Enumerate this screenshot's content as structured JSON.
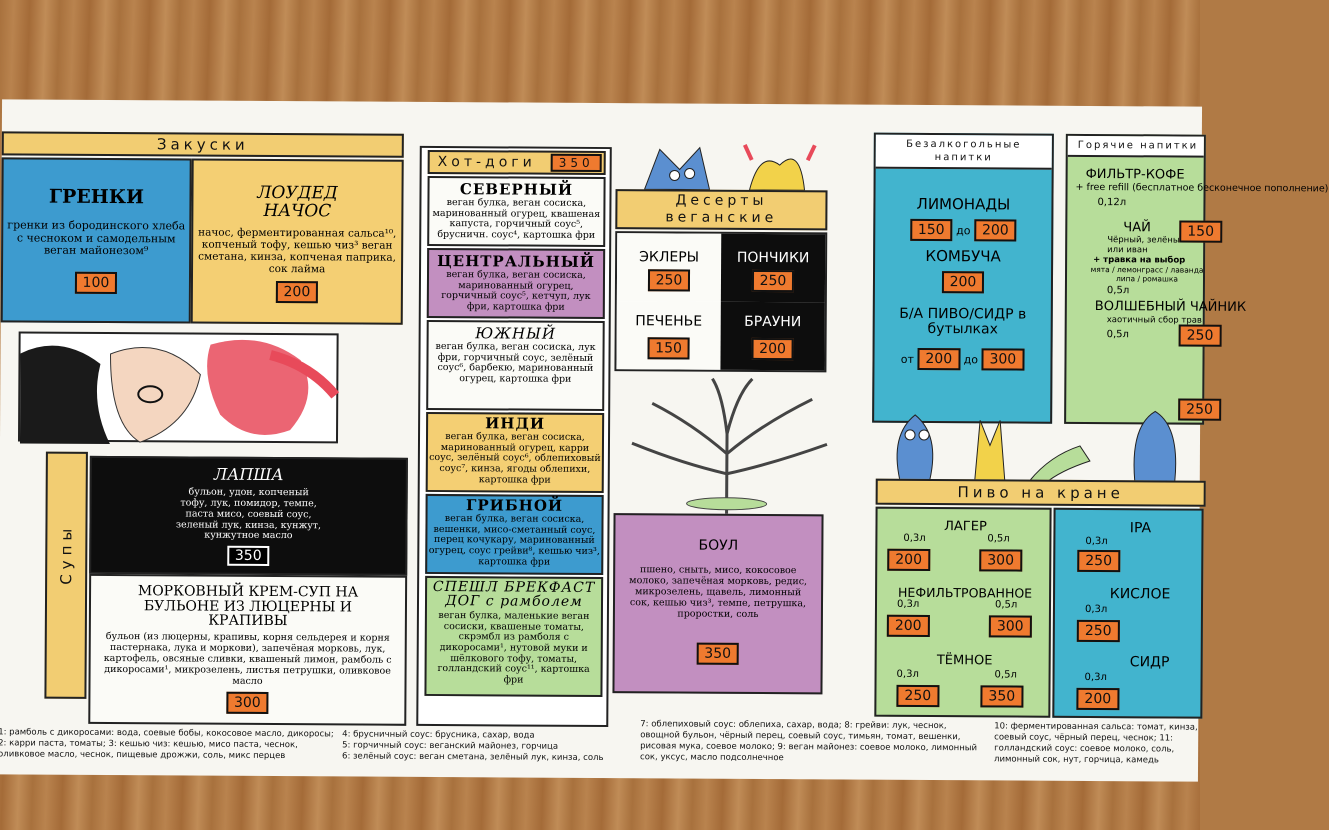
{
  "sections": {
    "snacks_title": "Закуски",
    "hotdogs_title": "Хот-доги",
    "hotdogs_price": "350",
    "desserts_title": "Десерты веганские",
    "soups_title": "Супы",
    "soft_drinks_title": "Безалкогольные напитки",
    "hot_drinks_title": "Горячие напитки",
    "draft_title": "Пиво на кране"
  },
  "snacks": [
    {
      "name": "ГРЕНКИ",
      "desc": "гренки из бородинского хлеба с чесноком и самодельным веган майонезом⁹",
      "price": "100"
    },
    {
      "name": "ЛОУДЕД НАЧОС",
      "desc": "начос, ферментированная сальса¹⁰, копченый тофу, кешью чиз³ веган сметана, кинза, копченая паприка, сок лайма",
      "price": "200"
    }
  ],
  "soups": [
    {
      "name": "ЛАПША",
      "desc": "бульон, удон, копченый тофу, лук, помидор, темпе, паста мисо, соевый соус, зеленый лук, кинза, кунжут, кунжутное масло",
      "price": "350"
    },
    {
      "name": "МОРКОВНЫЙ КРЕМ-СУП НА БУЛЬОНЕ ИЗ ЛЮЦЕРНЫ И КРАПИВЫ",
      "desc": "бульон (из люцерны, крапивы, корня сельдерея и корня пастернака, лука и моркови), запечёная морковь, лук, картофель, овсяные сливки, квашеный лимон, рамболь с дикоросами¹, микрозелень, листья петрушки, оливковое масло",
      "price": "300"
    }
  ],
  "hotdogs": [
    {
      "name": "СЕВЕРНЫЙ",
      "desc": "веган булка, веган сосиска, маринованный огурец, квашеная капуста, горчичный соус⁵, брусничн. соус⁴, картошка фри"
    },
    {
      "name": "ЦЕНТРАЛЬНЫЙ",
      "desc": "веган булка, веган сосиска, маринованный огурец, горчичный соус⁵, кетчуп, лук фри, картошка фри"
    },
    {
      "name": "ЮЖНЫЙ",
      "desc": "веган булка, веган сосиска, лук фри, горчичный соус, зелёный соус⁶, барбекю, маринованный огурец, картошка фри"
    },
    {
      "name": "ИНДИ",
      "desc": "веган булка, веган сосиска, маринованный огурец, карри соус, зелёный соус⁶, облепиховый соус⁷, кинза, ягоды облепихи, картошка фри"
    },
    {
      "name": "ГРИБНОЙ",
      "desc": "веган булка, веган сосиска, вешенки, мисо-сметанный соус, перец кочукару, маринованный огурец, соус грейви⁸, кешью чиз³, картошка фри"
    },
    {
      "name": "СПЕШЛ БРЕКФАСТ ДОГ с рамболем",
      "desc": "веган булка, маленькие веган сосиски, квашеные томаты, скрэмбл из рамболя с дикоросами¹, нутовой муки и шёлкового тофу, томаты, голландский соус¹¹, картошка фри"
    }
  ],
  "desserts": [
    {
      "name": "ЭКЛЕРЫ",
      "price": "250"
    },
    {
      "name": "ПОНЧИКИ",
      "price": "250"
    },
    {
      "name": "ПЕЧЕНЬЕ",
      "price": "150"
    },
    {
      "name": "БРАУНИ",
      "price": "200"
    }
  ],
  "bowl": {
    "name": "БОУЛ",
    "desc": "пшено, сныть, мисо, кокосовое молоко, запечёная морковь, редис, микрозелень, щавель, лимонный сок, кешью чиз³, темпе, петрушка, проростки, соль",
    "price": "350"
  },
  "soft_drinks": {
    "lemonades": "ЛИМОНАДЫ",
    "lem_from": "150",
    "to": "до",
    "lem_to": "200",
    "kombucha": "КОМБУЧА",
    "kombucha_price": "200",
    "beer": "Б/А ПИВО/СИДР в бутылках",
    "from": "от",
    "beer_from": "200",
    "beer_to": "300"
  },
  "hot_drinks": {
    "filter": "ФИЛЬТР-КОФЕ",
    "filter_desc": "+ free refill (бесплатное бесконечное пополнение)",
    "filter_vol": "0,12л",
    "filter_price": "150",
    "tea": "ЧАЙ",
    "tea_desc": "Чёрный, зелёный или иван",
    "tea_plus": "+ травка на выбор",
    "tea_herbs": "мята / лемонграсс / лаванда липа / ромашка",
    "tea_vol": "0,5л",
    "tea_price": "250",
    "kettle": "ВОЛШЕБНЫЙ ЧАЙНИК",
    "kettle_desc": "хаотичный сбор трав",
    "kettle_vol": "0,5л",
    "kettle_price": "250"
  },
  "draft": [
    {
      "name": "ЛАГЕР",
      "v1": "0,3л",
      "p1": "200",
      "v2": "0,5л",
      "p2": "300"
    },
    {
      "name": "НЕФИЛЬТРОВАННОЕ",
      "v1": "0,3л",
      "p1": "200",
      "v2": "0,5л",
      "p2": "300"
    },
    {
      "name": "ТЁМНОЕ",
      "v1": "0,3л",
      "p1": "250",
      "v2": "0,5л",
      "p2": "350"
    }
  ],
  "draft_right": [
    {
      "name": "IPA",
      "v1": "0,3л",
      "p1": "250"
    },
    {
      "name": "КИСЛОЕ",
      "v1": "0,3л",
      "p1": "250"
    },
    {
      "name": "СИДР",
      "v1": "0,3л",
      "p1": "200"
    }
  ],
  "footnotes": {
    "col1": "1: рамболь с дикоросами: вода, соевые бобы, кокосовое масло, дикоросы; 2: карри паста, томаты; 3: кешью чиз: кешью, мисо паста, чеснок, оливковое масло, чеснок, пищевые дрожжи, соль, микс перцев",
    "col2a": "4: брусничный соус: брусника, сахар, вода",
    "col2b": "5: горчичный соус: веганский майонез, горчица",
    "col2c": "6: зелёный соус: веган сметана, зелёный лук, кинза, соль",
    "col3": "7: облепиховый соус: облепиха, сахар, вода; 8: грейви: лук, чеснок, овощной бульон, чёрный перец, соевый соус, тимьян, томат, вешенки, рисовая мука, соевое молоко; 9: веган майонез: соевое молоко, лимонный сок, уксус, масло подсолнечное",
    "col4": "10: ферментированная сальса: томат, кинза, соевый соус, чёрный перец, чеснок; 11: голландский соус: соевое молоко, соль, лимонный сок, нут, горчица, камедь"
  }
}
